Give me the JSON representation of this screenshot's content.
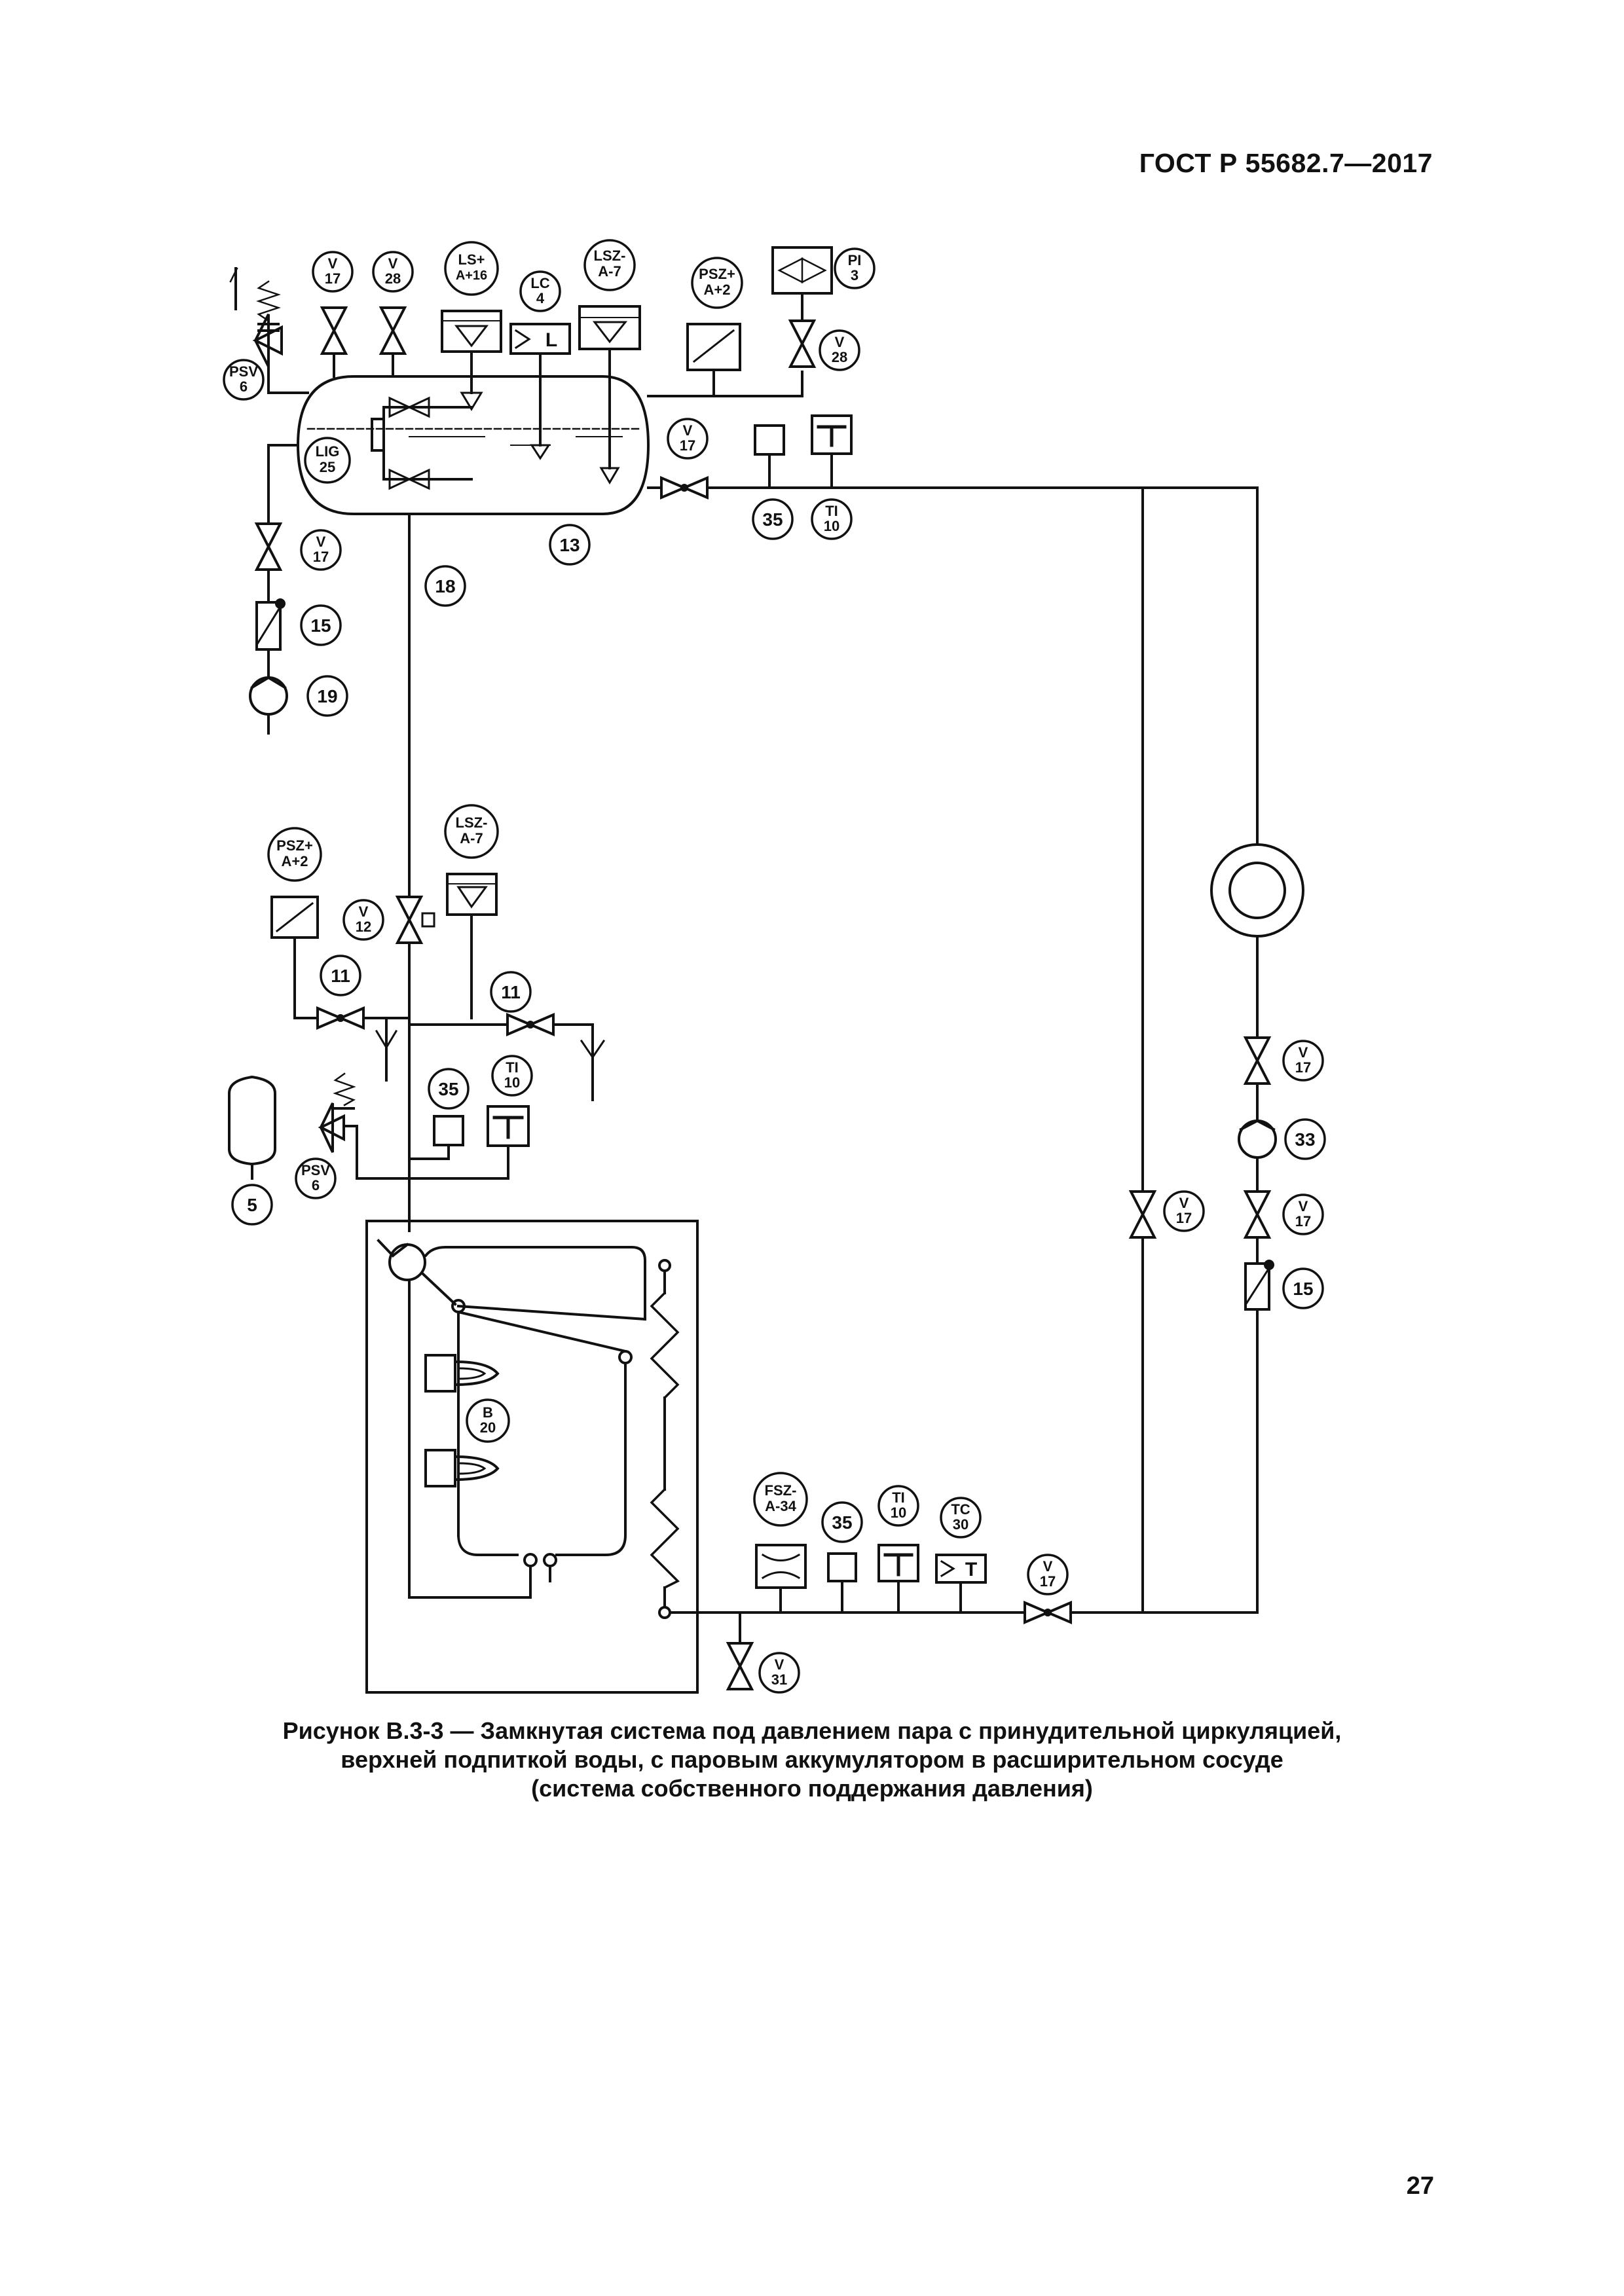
{
  "document": {
    "header": "ГОСТ Р 55682.7—2017",
    "page_number": "27",
    "caption": {
      "line1": "Рисунок В.3-3 — Замкнутая система под давлением пара с принудительной циркуляцией,",
      "line2": "верхней подпиткой воды, с паровым аккумулятором в расширительном сосуде",
      "line3": "(система собственного поддержания давления)"
    }
  },
  "tags": {
    "psv6_top": [
      "PSV",
      "6"
    ],
    "v17_top": [
      "V",
      "17"
    ],
    "v28_top": [
      "V",
      "28"
    ],
    "ls_top": [
      "LS+",
      "A+16"
    ],
    "lc4": [
      "LC",
      "4"
    ],
    "lsz_top": [
      "LSZ-",
      "A-7"
    ],
    "psz_top": [
      "PSZ+",
      "A+2"
    ],
    "pi3": [
      "PI",
      "3"
    ],
    "v28_pi": [
      "V",
      "28"
    ],
    "lig25": [
      "LIG",
      "25"
    ],
    "v17_drum": [
      "V",
      "17"
    ],
    "n35_top": [
      "35"
    ],
    "ti10_top": [
      "TI",
      "10"
    ],
    "n13": [
      "13"
    ],
    "v17_left": [
      "V",
      "17"
    ],
    "n18": [
      "18"
    ],
    "n15_left": [
      "15"
    ],
    "n19": [
      "19"
    ],
    "psz_mid": [
      "PSZ+",
      "A+2"
    ],
    "lsz_mid": [
      "LSZ-",
      "A-7"
    ],
    "v12": [
      "V",
      "12"
    ],
    "n11_left": [
      "11"
    ],
    "n11_right": [
      "11"
    ],
    "n35_mid": [
      "35"
    ],
    "ti10_mid": [
      "TI",
      "10"
    ],
    "psv6_mid": [
      "PSV",
      "6"
    ],
    "n5": [
      "5"
    ],
    "b20": [
      "B",
      "20"
    ],
    "fsz34": [
      "FSZ-",
      "A-34"
    ],
    "n35_bot": [
      "35"
    ],
    "ti10_bot": [
      "TI",
      "10"
    ],
    "tc30": [
      "TC",
      "30"
    ],
    "v17_bot": [
      "V",
      "17"
    ],
    "v31": [
      "V",
      "31"
    ],
    "v17_riser": [
      "V",
      "17"
    ],
    "v17_r1": [
      "V",
      "17"
    ],
    "n33": [
      "33"
    ],
    "v17_r2": [
      "V",
      "17"
    ],
    "n15_right": [
      "15"
    ]
  },
  "symbol_letters": {
    "lc_box": "L",
    "tc_box": "T"
  }
}
